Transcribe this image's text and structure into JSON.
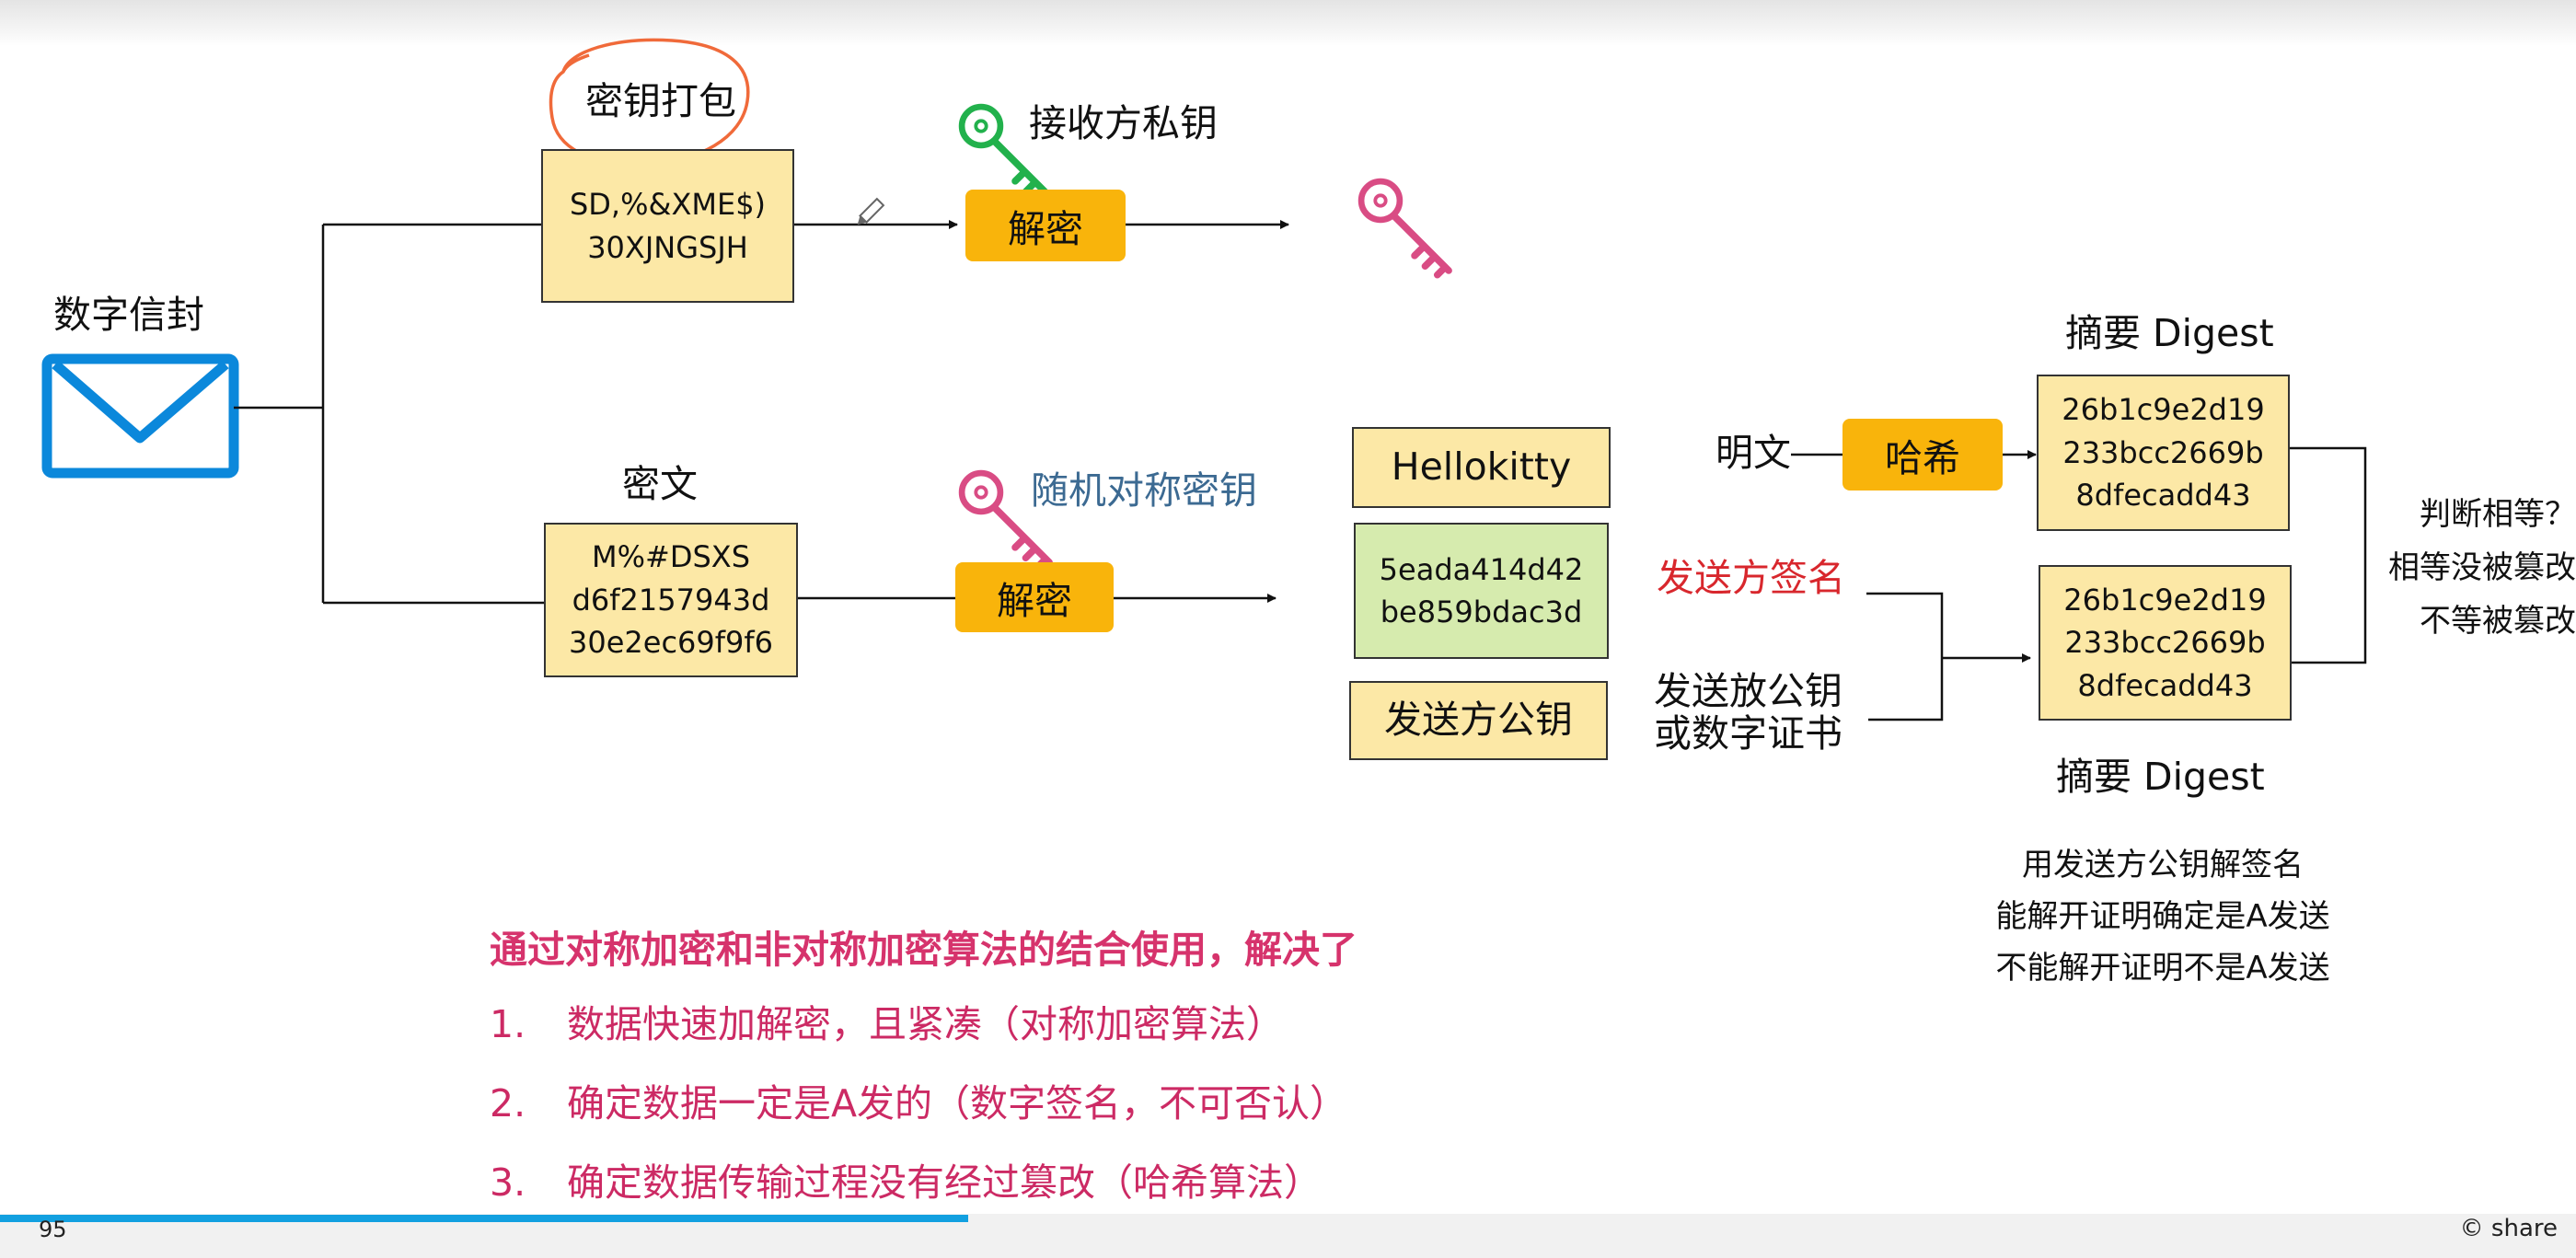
{
  "envelope": {
    "label": "数字信封"
  },
  "key_package": {
    "label": "密钥打包",
    "lines": [
      "SD,%&XME$)",
      "30XJNGSJH"
    ],
    "key_label": "接收方私钥",
    "decrypt_label": "解密",
    "key_color": "#22b14c"
  },
  "ciphertext": {
    "label": "密文",
    "lines": [
      "M%#DSXS",
      "d6f2157943d",
      "30e2ec69f9f6"
    ],
    "key_label": "随机对称密钥",
    "decrypt_label": "解密",
    "key_color": "#d94c84"
  },
  "result_key_color": "#d94c84",
  "plaintext_box": {
    "text": "Hellokitty"
  },
  "signature_box": {
    "lines": [
      "5eada414d42",
      "be859bdac3d"
    ]
  },
  "pubkey_box": {
    "text": "发送方公钥"
  },
  "hash_flow": {
    "plain_label": "明文",
    "hash_label": "哈希",
    "digest_label_top": "摘要 Digest",
    "digest_top": [
      "26b1c9e2d19",
      "233bcc2669b",
      "8dfecadd43"
    ],
    "signature_label": "发送方签名",
    "pubkey_label_lines": [
      "发送放公钥",
      "或数字证书"
    ],
    "digest_bottom": [
      "26b1c9e2d19",
      "233bcc2669b",
      "8dfecadd43"
    ],
    "digest_label_bottom": "摘要 Digest"
  },
  "compare": {
    "lines": [
      "判断相等？",
      "相等没被篡改",
      "不等被篡改"
    ]
  },
  "signature_note": {
    "lines": [
      "用发送方公钥解签名",
      "能解开证明确定是A发送",
      "不能解开证明不是A发送"
    ]
  },
  "summary": {
    "title": "通过对称加密和非对称加密算法的结合使用，解决了",
    "items": [
      {
        "num": "1.",
        "text": "数据快速加解密，且紧凑（对称加密算法）"
      },
      {
        "num": "2.",
        "text": "确定数据一定是A发的（数字签名，不可否认）"
      },
      {
        "num": "3.",
        "text": "确定数据传输过程没有经过篡改（哈希算法）"
      }
    ]
  },
  "footer": {
    "page_number": "95",
    "share_text": "© share",
    "progress": 0.376
  },
  "colors": {
    "accent_orange": "#f9b40b",
    "box_yellow": "#fce8a6",
    "box_green": "#d6ebae",
    "envelope_blue": "#0b88db",
    "annotation_circle": "#f06a3a",
    "title_pink": "#d6336c"
  }
}
